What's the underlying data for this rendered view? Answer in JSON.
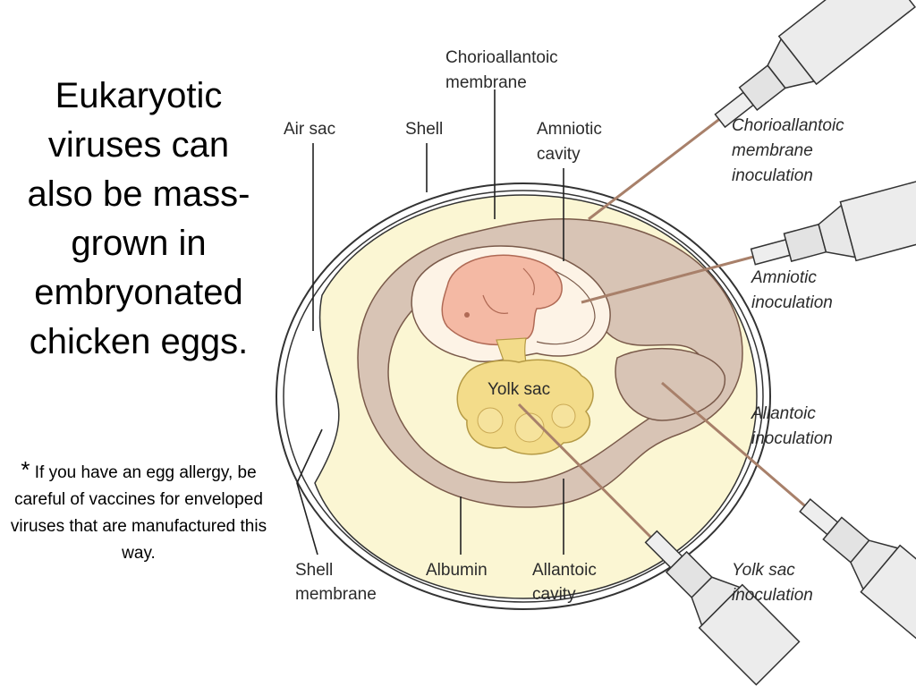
{
  "title_lines": [
    "Eukaryotic",
    "viruses can",
    "also be mass-",
    "grown in",
    "embryonated",
    "chicken eggs."
  ],
  "note": {
    "star": "*",
    "text": " If you have an egg allergy, be careful of vaccines for enveloped viruses that are manufactured this way."
  },
  "labels": {
    "chorioallantoic_membrane": [
      "Chorioallantoic",
      "membrane"
    ],
    "air_sac": "Air sac",
    "shell": "Shell",
    "amniotic_cavity": [
      "Amniotic",
      "cavity"
    ],
    "yolk_sac": "Yolk sac",
    "shell_membrane": [
      "Shell",
      "membrane"
    ],
    "albumin": "Albumin",
    "allantoic_cavity": [
      "Allantoic",
      "cavity"
    ]
  },
  "inoculations": {
    "chorioallantoic": [
      "Chorioallantoic",
      "membrane",
      "inoculation"
    ],
    "amniotic": [
      "Amniotic",
      "inoculation"
    ],
    "allantoic": [
      "Allantoic",
      "inoculation"
    ],
    "yolk_sac": [
      "Yolk sac",
      "inoculation"
    ]
  },
  "colors": {
    "albumin": "#fbf6d3",
    "allantoic": "#d8c4b5",
    "amniotic": "#fdf3e6",
    "embryo": "#f4b9a4",
    "yolk": "#f3dc8a",
    "needle": "#a8806a",
    "syringe": "#e8e8e8"
  }
}
